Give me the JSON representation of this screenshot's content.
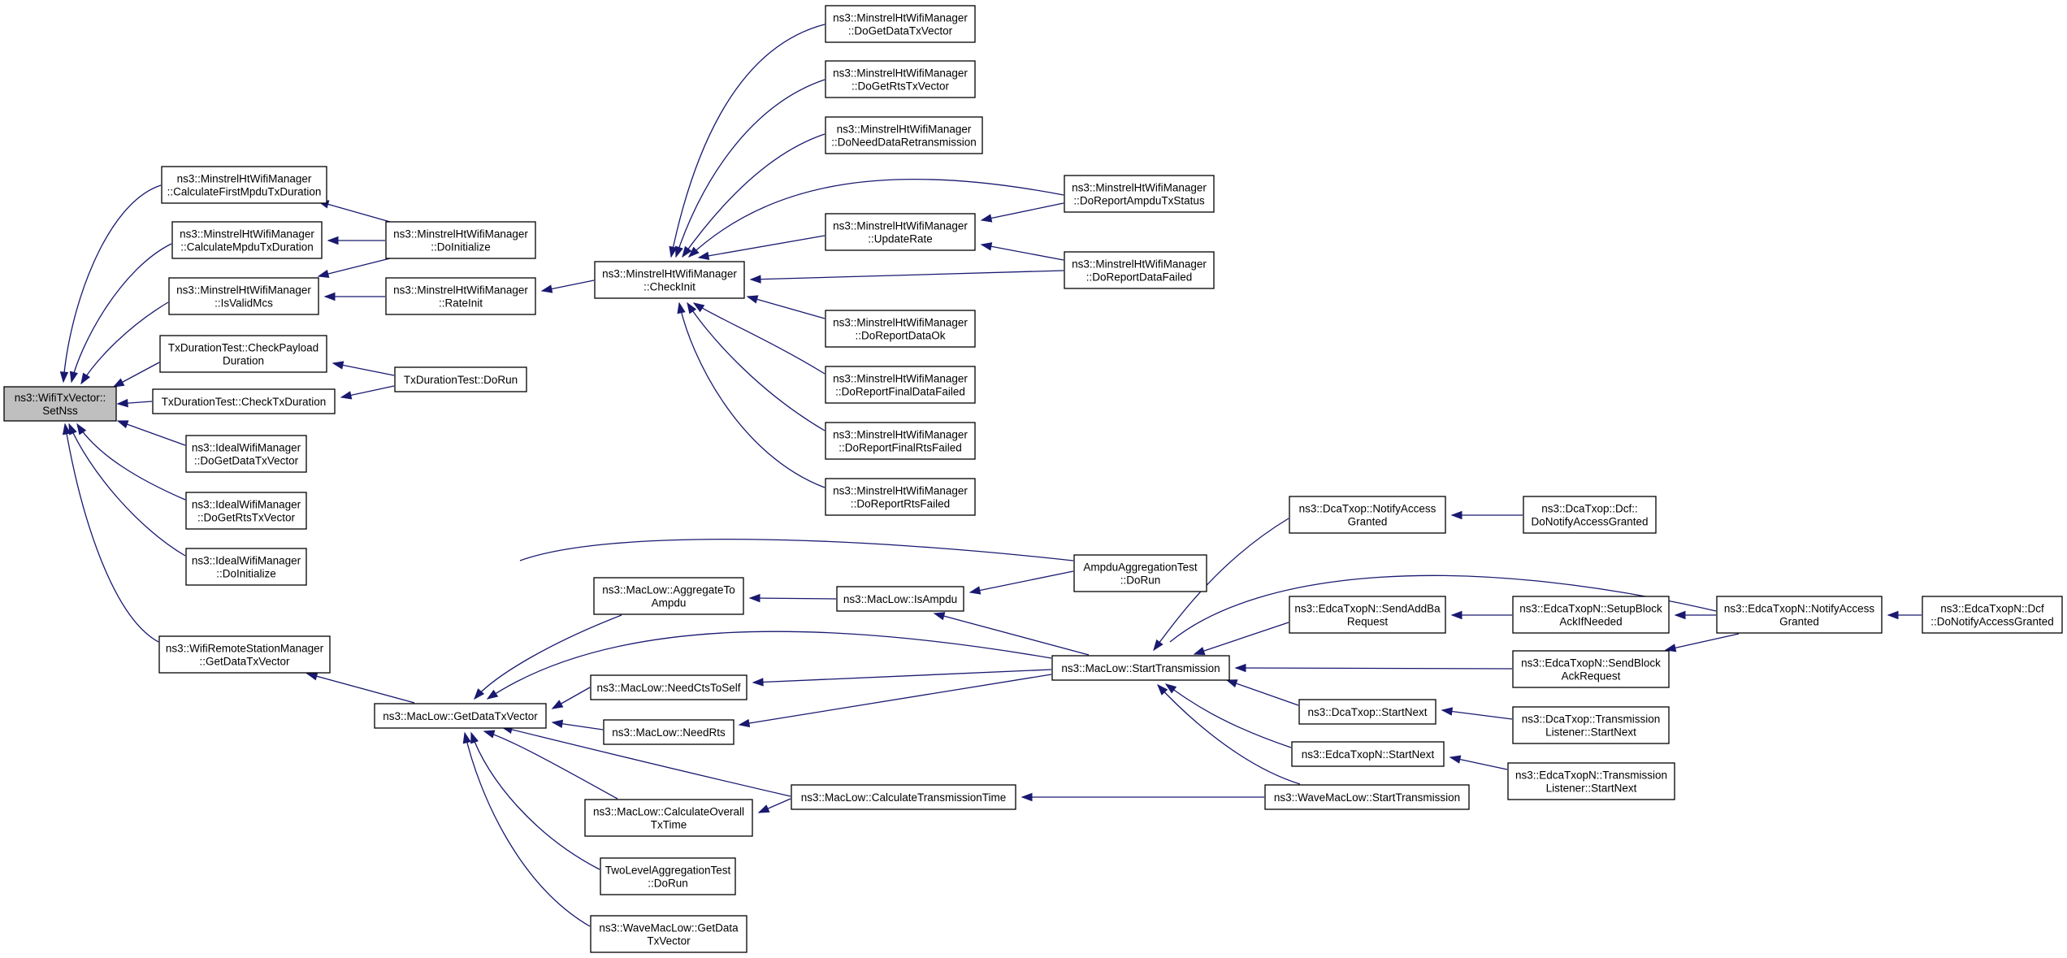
{
  "diagram": {
    "root": "setnss",
    "colors": {
      "edge": "#191970",
      "node_fill": "#ffffff",
      "root_fill": "#bfbfbf",
      "border": "#000000"
    },
    "nodes": [
      {
        "id": "setnss",
        "lines": [
          "ns3::WifiTxVector::",
          "SetNss"
        ]
      },
      {
        "id": "mhw_calcfirst",
        "lines": [
          "ns3::MinstrelHtWifiManager",
          "::CalculateFirstMpduTxDuration"
        ]
      },
      {
        "id": "mhw_calcmpdu",
        "lines": [
          "ns3::MinstrelHtWifiManager",
          "::CalculateMpduTxDuration"
        ]
      },
      {
        "id": "mhw_isvalid",
        "lines": [
          "ns3::MinstrelHtWifiManager",
          "::IsValidMcs"
        ]
      },
      {
        "id": "txd_checkpayload",
        "lines": [
          "TxDurationTest::CheckPayload",
          "Duration"
        ]
      },
      {
        "id": "txd_checktx",
        "lines": [
          "TxDurationTest::CheckTxDuration"
        ]
      },
      {
        "id": "iw_getdata",
        "lines": [
          "ns3::IdealWifiManager",
          "::DoGetDataTxVector"
        ]
      },
      {
        "id": "iw_getrts",
        "lines": [
          "ns3::IdealWifiManager",
          "::DoGetRtsTxVector"
        ]
      },
      {
        "id": "iw_init",
        "lines": [
          "ns3::IdealWifiManager",
          "::DoInitialize"
        ]
      },
      {
        "id": "wrsm_getdata",
        "lines": [
          "ns3::WifiRemoteStationManager",
          "::GetDataTxVector"
        ]
      },
      {
        "id": "mhw_doinit",
        "lines": [
          "ns3::MinstrelHtWifiManager",
          "::DoInitialize"
        ]
      },
      {
        "id": "mhw_rateinit",
        "lines": [
          "ns3::MinstrelHtWifiManager",
          "::RateInit"
        ]
      },
      {
        "id": "txd_dorun",
        "lines": [
          "TxDurationTest::DoRun"
        ]
      },
      {
        "id": "mhw_checkinit",
        "lines": [
          "ns3::MinstrelHtWifiManager",
          "::CheckInit"
        ]
      },
      {
        "id": "mhw_dogetdata",
        "lines": [
          "ns3::MinstrelHtWifiManager",
          "::DoGetDataTxVector"
        ]
      },
      {
        "id": "mhw_dogetrts",
        "lines": [
          "ns3::MinstrelHtWifiManager",
          "::DoGetRtsTxVector"
        ]
      },
      {
        "id": "mhw_doneed",
        "lines": [
          "ns3::MinstrelHtWifiManager",
          "::DoNeedDataRetransmission"
        ]
      },
      {
        "id": "mhw_update",
        "lines": [
          "ns3::MinstrelHtWifiManager",
          "::UpdateRate"
        ]
      },
      {
        "id": "mhw_dataok",
        "lines": [
          "ns3::MinstrelHtWifiManager",
          "::DoReportDataOk"
        ]
      },
      {
        "id": "mhw_finaldata",
        "lines": [
          "ns3::MinstrelHtWifiManager",
          "::DoReportFinalDataFailed"
        ]
      },
      {
        "id": "mhw_finalrts",
        "lines": [
          "ns3::MinstrelHtWifiManager",
          "::DoReportFinalRtsFailed"
        ]
      },
      {
        "id": "mhw_rtsfailed",
        "lines": [
          "ns3::MinstrelHtWifiManager",
          "::DoReportRtsFailed"
        ]
      },
      {
        "id": "mhw_ampdustatus",
        "lines": [
          "ns3::MinstrelHtWifiManager",
          "::DoReportAmpduTxStatus"
        ]
      },
      {
        "id": "mhw_datafailed",
        "lines": [
          "ns3::MinstrelHtWifiManager",
          "::DoReportDataFailed"
        ]
      },
      {
        "id": "ml_getdata",
        "lines": [
          "ns3::MacLow::GetDataTxVector"
        ]
      },
      {
        "id": "ml_aggregate",
        "lines": [
          "ns3::MacLow::AggregateTo",
          "Ampdu"
        ]
      },
      {
        "id": "ml_needcts",
        "lines": [
          "ns3::MacLow::NeedCtsToSelf"
        ]
      },
      {
        "id": "ml_needrts",
        "lines": [
          "ns3::MacLow::NeedRts"
        ]
      },
      {
        "id": "ml_calcoverall",
        "lines": [
          "ns3::MacLow::CalculateOverall",
          "TxTime"
        ]
      },
      {
        "id": "tla_dorun",
        "lines": [
          "TwoLevelAggregationTest",
          "::DoRun"
        ]
      },
      {
        "id": "wml_getdata",
        "lines": [
          "ns3::WaveMacLow::GetData",
          "TxVector"
        ]
      },
      {
        "id": "ml_isampdu",
        "lines": [
          "ns3::MacLow::IsAmpdu"
        ]
      },
      {
        "id": "ml_calctx",
        "lines": [
          "ns3::MacLow::CalculateTransmissionTime"
        ]
      },
      {
        "id": "aat_dorun",
        "lines": [
          "AmpduAggregationTest",
          "::DoRun"
        ]
      },
      {
        "id": "ml_start",
        "lines": [
          "ns3::MacLow::StartTransmission"
        ]
      },
      {
        "id": "wml_start",
        "lines": [
          "ns3::WaveMacLow::StartTransmission"
        ]
      },
      {
        "id": "dca_notify",
        "lines": [
          "ns3::DcaTxop::NotifyAccess",
          "Granted"
        ]
      },
      {
        "id": "edca_sendaddba",
        "lines": [
          "ns3::EdcaTxopN::SendAddBa",
          "Request"
        ]
      },
      {
        "id": "dca_startnext",
        "lines": [
          "ns3::DcaTxop::StartNext"
        ]
      },
      {
        "id": "edca_startnext",
        "lines": [
          "ns3::EdcaTxopN::StartNext"
        ]
      },
      {
        "id": "dcf_notify",
        "lines": [
          "ns3::DcaTxop::Dcf::",
          "DoNotifyAccessGranted"
        ]
      },
      {
        "id": "edca_setupblock",
        "lines": [
          "ns3::EdcaTxopN::SetupBlock",
          "AckIfNeeded"
        ]
      },
      {
        "id": "edca_sendblock",
        "lines": [
          "ns3::EdcaTxopN::SendBlock",
          "AckRequest"
        ]
      },
      {
        "id": "dca_listener",
        "lines": [
          "ns3::DcaTxop::Transmission",
          "Listener::StartNext"
        ]
      },
      {
        "id": "edca_listener",
        "lines": [
          "ns3::EdcaTxopN::Transmission",
          "Listener::StartNext"
        ]
      },
      {
        "id": "edca_notify",
        "lines": [
          "ns3::EdcaTxopN::NotifyAccess",
          "Granted"
        ]
      },
      {
        "id": "edca_dcf_notify",
        "lines": [
          "ns3::EdcaTxopN::Dcf",
          "::DoNotifyAccessGranted"
        ]
      }
    ],
    "edges": [
      [
        "mhw_calcfirst",
        "setnss"
      ],
      [
        "mhw_calcmpdu",
        "setnss"
      ],
      [
        "mhw_isvalid",
        "setnss"
      ],
      [
        "txd_checkpayload",
        "setnss"
      ],
      [
        "txd_checktx",
        "setnss"
      ],
      [
        "iw_getdata",
        "setnss"
      ],
      [
        "iw_getrts",
        "setnss"
      ],
      [
        "iw_init",
        "setnss"
      ],
      [
        "wrsm_getdata",
        "setnss"
      ],
      [
        "mhw_doinit",
        "mhw_calcfirst"
      ],
      [
        "mhw_doinit",
        "mhw_calcmpdu"
      ],
      [
        "mhw_doinit",
        "mhw_isvalid"
      ],
      [
        "mhw_rateinit",
        "mhw_isvalid"
      ],
      [
        "txd_dorun",
        "txd_checkpayload"
      ],
      [
        "txd_dorun",
        "txd_checktx"
      ],
      [
        "mhw_checkinit",
        "mhw_rateinit"
      ],
      [
        "mhw_dogetdata",
        "mhw_checkinit"
      ],
      [
        "mhw_dogetrts",
        "mhw_checkinit"
      ],
      [
        "mhw_doneed",
        "mhw_checkinit"
      ],
      [
        "mhw_ampdustatus",
        "mhw_checkinit"
      ],
      [
        "mhw_update",
        "mhw_checkinit"
      ],
      [
        "mhw_datafailed",
        "mhw_checkinit"
      ],
      [
        "mhw_dataok",
        "mhw_checkinit"
      ],
      [
        "mhw_finaldata",
        "mhw_checkinit"
      ],
      [
        "mhw_finalrts",
        "mhw_checkinit"
      ],
      [
        "mhw_rtsfailed",
        "mhw_checkinit"
      ],
      [
        "mhw_ampdustatus",
        "mhw_update"
      ],
      [
        "mhw_datafailed",
        "mhw_update"
      ],
      [
        "ml_getdata",
        "wrsm_getdata"
      ],
      [
        "ml_aggregate",
        "ml_getdata"
      ],
      [
        "ml_needcts",
        "ml_getdata"
      ],
      [
        "ml_needrts",
        "ml_getdata"
      ],
      [
        "ml_calcoverall",
        "ml_getdata"
      ],
      [
        "tla_dorun",
        "ml_getdata"
      ],
      [
        "wml_getdata",
        "ml_getdata"
      ],
      [
        "ml_calctx",
        "ml_getdata"
      ],
      [
        "aat_dorun",
        "ml_getdata"
      ],
      [
        "ml_start",
        "ml_getdata"
      ],
      [
        "ml_isampdu",
        "ml_aggregate"
      ],
      [
        "aat_dorun",
        "ml_isampdu"
      ],
      [
        "ml_start",
        "ml_isampdu"
      ],
      [
        "ml_start",
        "ml_needcts"
      ],
      [
        "ml_start",
        "ml_needrts"
      ],
      [
        "ml_calctx",
        "ml_calcoverall"
      ],
      [
        "wml_start",
        "ml_calctx"
      ],
      [
        "dca_notify",
        "ml_start"
      ],
      [
        "edca_sendaddba",
        "ml_start"
      ],
      [
        "edca_notify",
        "ml_start"
      ],
      [
        "edca_sendblock",
        "ml_start"
      ],
      [
        "dca_startnext",
        "ml_start"
      ],
      [
        "edca_startnext",
        "ml_start"
      ],
      [
        "wml_start",
        "ml_start"
      ],
      [
        "dcf_notify",
        "dca_notify"
      ],
      [
        "edca_setupblock",
        "edca_sendaddba"
      ],
      [
        "edca_notify",
        "edca_setupblock"
      ],
      [
        "edca_notify",
        "edca_sendblock"
      ],
      [
        "dca_listener",
        "dca_startnext"
      ],
      [
        "edca_listener",
        "edca_startnext"
      ],
      [
        "edca_dcf_notify",
        "edca_notify"
      ]
    ]
  }
}
